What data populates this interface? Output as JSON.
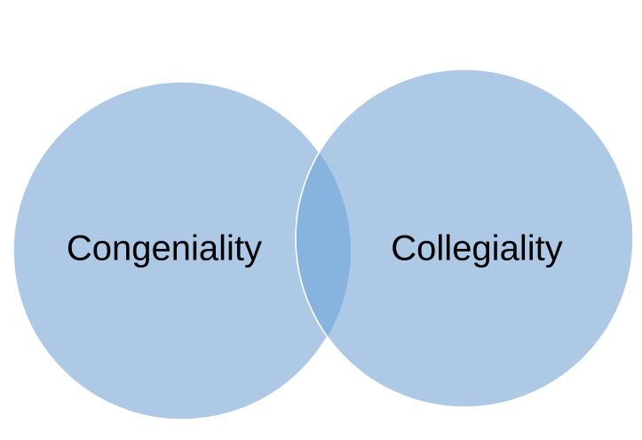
{
  "diagram": {
    "type": "venn",
    "sets": [
      {
        "label": "Congeniality"
      },
      {
        "label": "Collegiality"
      }
    ],
    "colors": {
      "circle_fill": "#adc9e6",
      "overlap_fill": "#86b4de",
      "circle_stroke": "#ffffff"
    }
  }
}
